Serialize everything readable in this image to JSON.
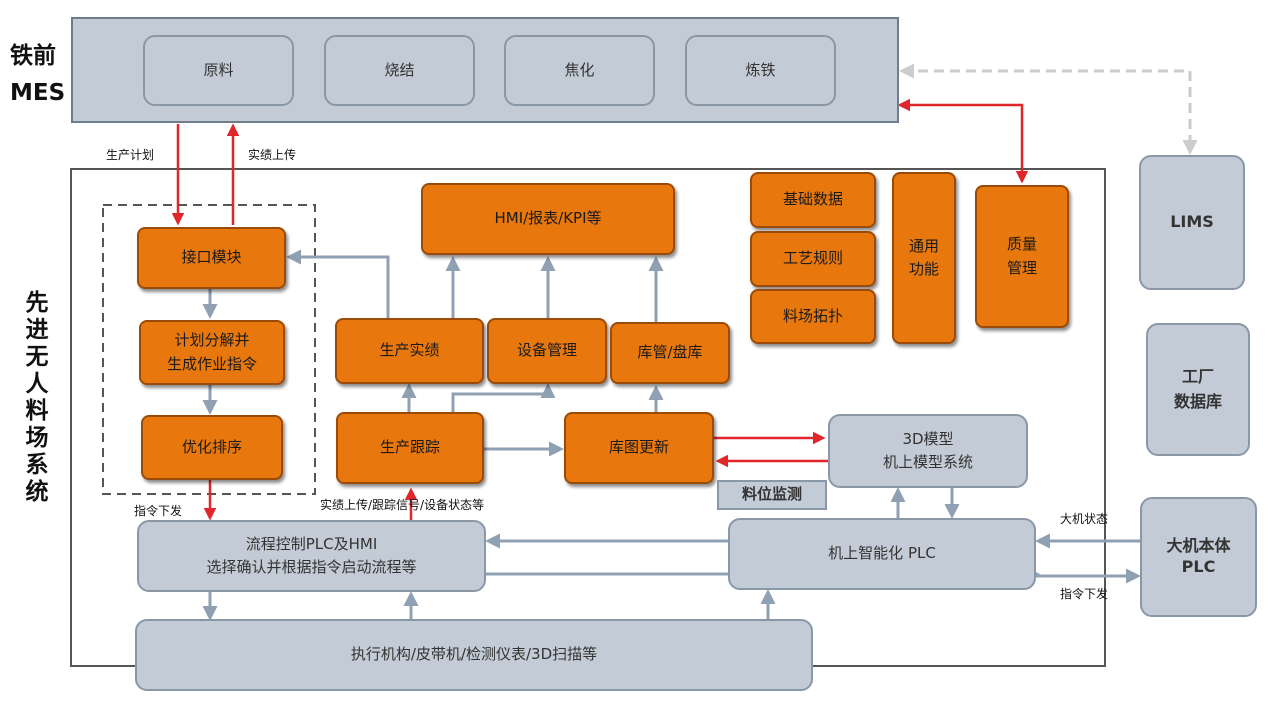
{
  "mes": {
    "label_line1": "铁前",
    "label_line2": "MES",
    "modules": [
      "原料",
      "烧结",
      "焦化",
      "炼铁"
    ]
  },
  "links": {
    "plan": "生产计划",
    "upload": "实绩上传",
    "cmd_down": "指令下发",
    "track_upload": "实绩上传/跟踪信号/设备状态等",
    "machine_status": "大机状态",
    "cmd_down2": "指令下发"
  },
  "system_label": "先进无人料场系统",
  "nodes": {
    "interface": "接口模块",
    "plan_decompose": "计划分解并\n生成作业指令",
    "optimize": "优化排序",
    "hmi_kpi": "HMI/报表/KPI等",
    "prod_result": "生产实绩",
    "equipment": "设备管理",
    "stock": "库管/盘库",
    "prod_track": "生产跟踪",
    "map_update": "库图更新",
    "basic_data": "基础数据",
    "process_rules": "工艺规则",
    "yard_topology": "料场拓扑",
    "common": "通用\n功能",
    "quality": "质量\n管理",
    "model3d": "3D模型\n机上模型系统",
    "level_monitor": "料位监测",
    "plc_hmi": "流程控制PLC及HMI\n选择确认并根据指令启动流程等",
    "onboard_plc": "机上智能化 PLC",
    "actuators": "执行机构/皮带机/检测仪表/3D扫描等"
  },
  "external": {
    "lims": "LIMS",
    "factory_db": "工厂\n数据库",
    "machine_plc": "大机本体\nPLC"
  },
  "colors": {
    "orange": "#e8780e",
    "gray": "#c3ccd6",
    "red_arrow": "#e0262b",
    "gray_arrow": "#8fa0b2"
  }
}
